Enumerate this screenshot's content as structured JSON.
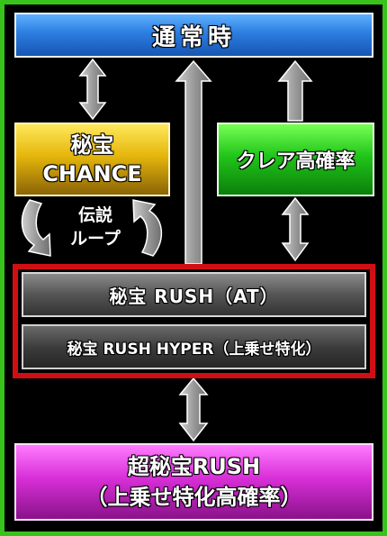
{
  "states": {
    "normal": "通常時",
    "chance_line1": "秘宝",
    "chance_line2": "CHANCE",
    "clear": "クレア高確率",
    "rush": "秘宝 RUSH（AT）",
    "hyper": "秘宝 RUSH HYPER（上乗せ特化）",
    "super_line1": "超秘宝RUSH",
    "super_line2": "（上乗せ特化高確率）"
  },
  "legend": {
    "line1": "伝説",
    "line2": "ループ"
  },
  "colors": {
    "frame": "#38c21c",
    "normal": "#2b7de0",
    "chance": "#e5b60c",
    "clear": "#21c51a",
    "rush_border": "#d10f12",
    "rush": "#555555",
    "super": "#d82fd8",
    "arrow": "#b5b5b5"
  }
}
